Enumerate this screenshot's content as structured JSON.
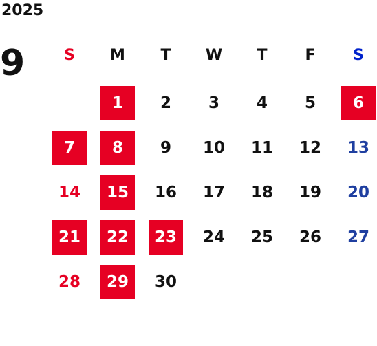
{
  "year": "2025",
  "month": "9",
  "weekdays": [
    "S",
    "M",
    "T",
    "W",
    "T",
    "F",
    "S"
  ],
  "start_offset": 1,
  "days": [
    {
      "label": "1",
      "kind": "holiday"
    },
    {
      "label": "2",
      "kind": "weekday"
    },
    {
      "label": "3",
      "kind": "weekday"
    },
    {
      "label": "4",
      "kind": "weekday"
    },
    {
      "label": "5",
      "kind": "weekday"
    },
    {
      "label": "6",
      "kind": "holiday"
    },
    {
      "label": "7",
      "kind": "holiday"
    },
    {
      "label": "8",
      "kind": "holiday"
    },
    {
      "label": "9",
      "kind": "weekday"
    },
    {
      "label": "10",
      "kind": "weekday"
    },
    {
      "label": "11",
      "kind": "weekday"
    },
    {
      "label": "12",
      "kind": "weekday"
    },
    {
      "label": "13",
      "kind": "saturday"
    },
    {
      "label": "14",
      "kind": "sunday"
    },
    {
      "label": "15",
      "kind": "holiday"
    },
    {
      "label": "16",
      "kind": "weekday"
    },
    {
      "label": "17",
      "kind": "weekday"
    },
    {
      "label": "18",
      "kind": "weekday"
    },
    {
      "label": "19",
      "kind": "weekday"
    },
    {
      "label": "20",
      "kind": "saturday"
    },
    {
      "label": "21",
      "kind": "holiday"
    },
    {
      "label": "22",
      "kind": "holiday"
    },
    {
      "label": "23",
      "kind": "holiday"
    },
    {
      "label": "24",
      "kind": "weekday"
    },
    {
      "label": "25",
      "kind": "weekday"
    },
    {
      "label": "26",
      "kind": "weekday"
    },
    {
      "label": "27",
      "kind": "saturday"
    },
    {
      "label": "28",
      "kind": "sunday"
    },
    {
      "label": "29",
      "kind": "holiday"
    },
    {
      "label": "30",
      "kind": "weekday"
    }
  ],
  "colors": {
    "text": "#111111",
    "sunday": "#e60023",
    "saturday": "#1f3fa0",
    "saturday_header": "#0022cc",
    "holiday_bg": "#e60023",
    "holiday_text": "#ffffff"
  }
}
